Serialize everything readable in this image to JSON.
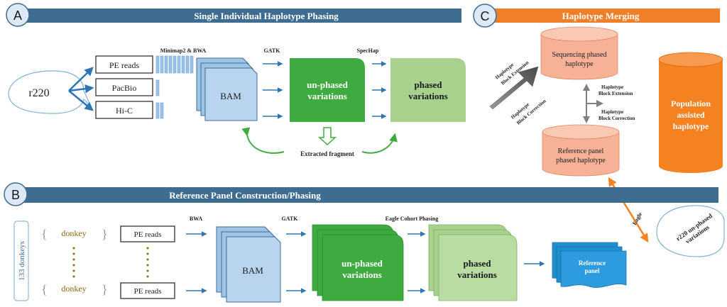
{
  "panels": {
    "a": {
      "letter": "A",
      "title": "Single Individual Haplotype Phasing"
    },
    "b": {
      "letter": "B",
      "title": "Reference Panel Construction/Phasing"
    },
    "c": {
      "letter": "C",
      "title": "Haplotype Merging"
    }
  },
  "panel_a": {
    "sample": "r220",
    "reads": [
      "PE reads",
      "PacBio",
      "Hi-C"
    ],
    "tool_align": "Minimap2 & BWA",
    "tool_gatk": "GATK",
    "tool_spechap": "SpecHap",
    "bam": "BAM",
    "unphased": [
      "un-phased",
      "variations"
    ],
    "phased": [
      "phased",
      "variations"
    ],
    "fragment": "Extracted fragment"
  },
  "panel_b": {
    "cohort": "133 donkeys",
    "donkey_top": "donkey",
    "donkey_bottom": "donkey",
    "reads_top": "PE reads",
    "reads_bottom": "PE reads",
    "tool_bwa": "BWA",
    "tool_gatk": "GATK",
    "tool_eagle": "Eagle Cohort Phasing",
    "bam": "BAM",
    "unphased": [
      "un-phased",
      "variations"
    ],
    "phased": [
      "phased",
      "variations"
    ],
    "reference": [
      "Reference",
      "panel"
    ]
  },
  "panel_c": {
    "seq_phased": [
      "Sequencing phased",
      "haplotype"
    ],
    "ref_phased": [
      "Reference panel",
      "phased haplotype"
    ],
    "population": [
      "Population",
      "assisted",
      "haplotype"
    ],
    "arrow_top": [
      "Haplotype",
      "Block Extension"
    ],
    "arrow_bottom": [
      "Haplotype",
      "Block Correction"
    ],
    "mid_top": [
      "Haplotype",
      "Block Extension"
    ],
    "mid_bottom": [
      "Haplotype",
      "Block Correction"
    ],
    "eagle": "Eagle",
    "r220_unphased": [
      "r220 un-phased",
      "variations"
    ]
  },
  "colors": {
    "header_blue": "#3f6d91",
    "header_orange": "#f07f2a",
    "circle_blue": "#dde9f6",
    "bam_blue": "#9dc3e6",
    "green_dark": "#3faa3f",
    "green_light": "#a9d18e",
    "salmon": "#f6b196",
    "orange": "#f58220",
    "arrow_blue": "#2e75b6",
    "ref_blue": "#1f8fd0",
    "donkey_text": "#8a6a10"
  }
}
